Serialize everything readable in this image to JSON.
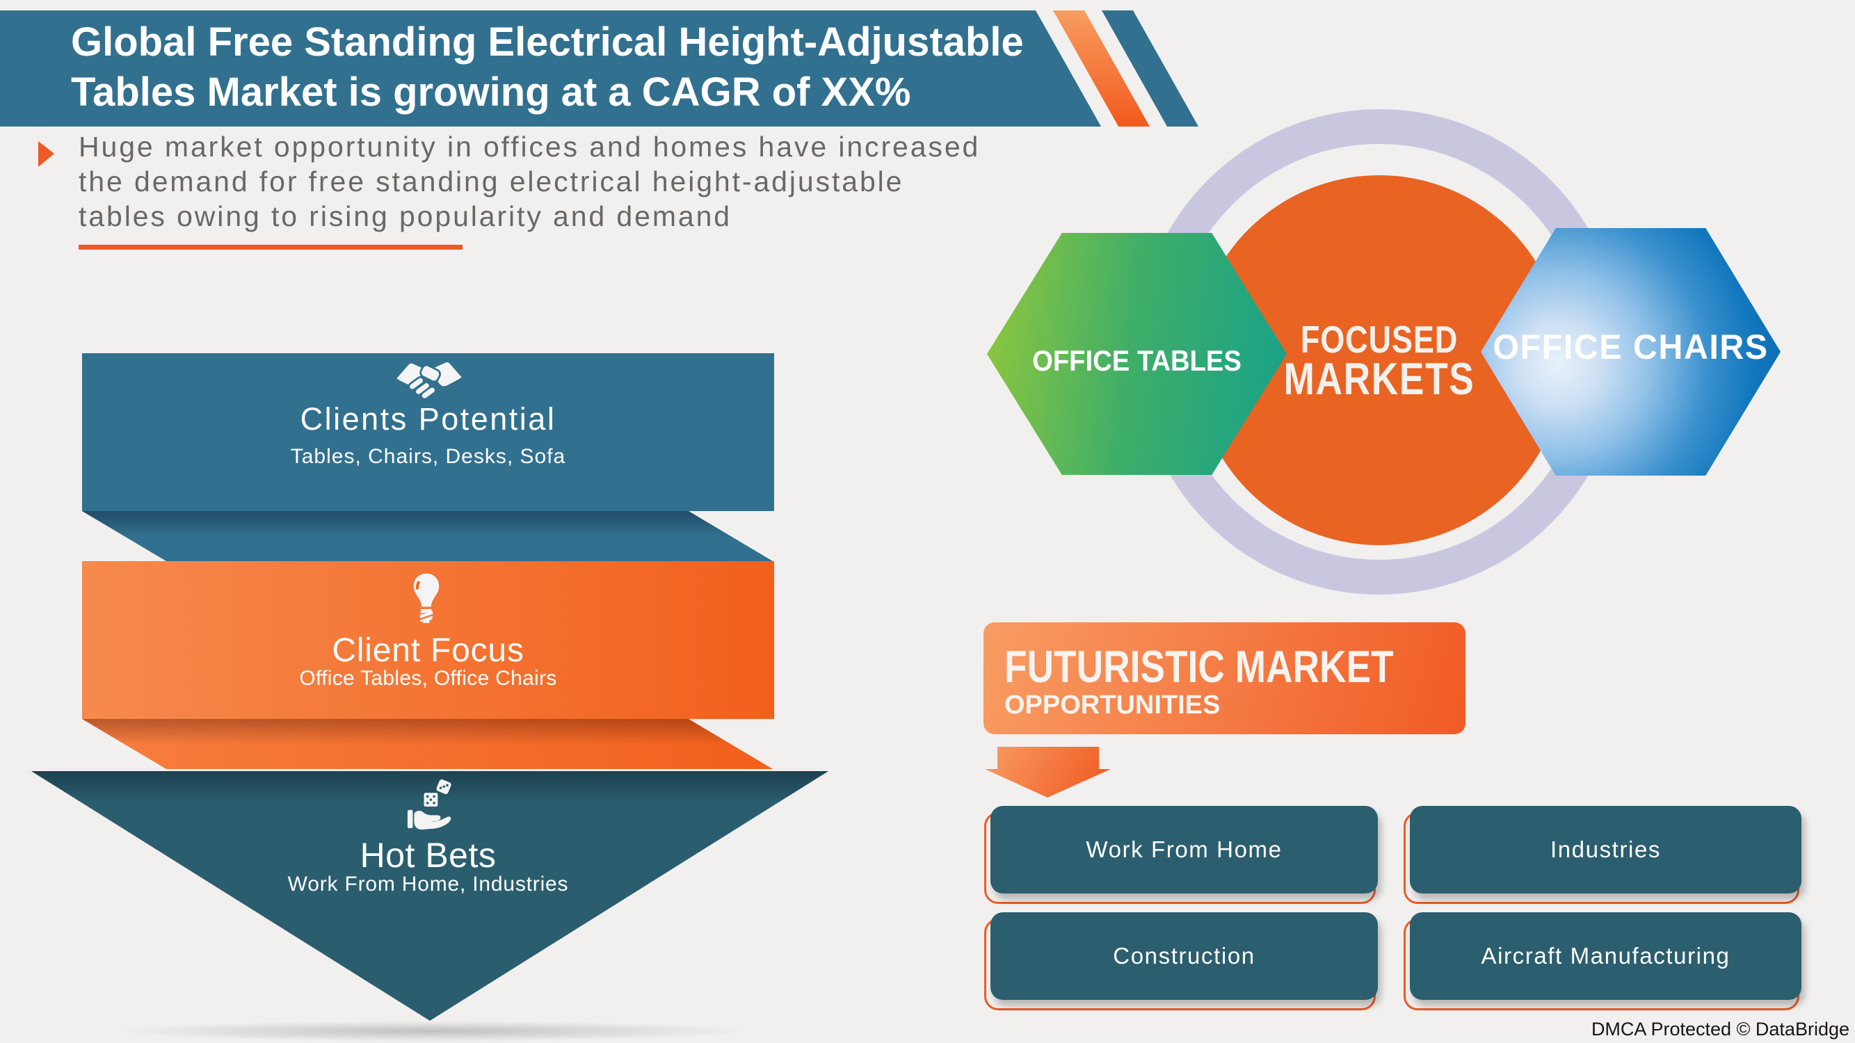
{
  "colors": {
    "bg": "#f1f0ef",
    "blue": "#32708f",
    "orange-deep": "#ed5a24",
    "orange-circle": "#e96323",
    "teal": "#2a5e6f",
    "teal-box": "#2b5e6f",
    "lavender": "#c9c7e0"
  },
  "header": {
    "title_line1": "Global Free Standing Electrical Height-Adjustable",
    "title_line2": "Tables Market is growing at a CAGR of XX%",
    "bullet_line1": "Huge market opportunity in offices and homes have increased",
    "bullet_line2": "the demand for free standing electrical height-adjustable",
    "bullet_line3": "tables owing to rising popularity and demand"
  },
  "funnel": {
    "levels": [
      {
        "title": "Clients Potential",
        "subtitle": "Tables, Chairs, Desks, Sofa",
        "icon": "handshake-icon"
      },
      {
        "title": "Client Focus",
        "subtitle": "Office Tables, Office Chairs",
        "icon": "lightbulb-icon"
      },
      {
        "title": "Hot Bets",
        "subtitle": "Work From Home, Industries",
        "icon": "hand-dice-icon"
      }
    ]
  },
  "focused_markets": {
    "center_line1": "FOCUSED",
    "center_line2": "MARKETS",
    "left_hexagon": "OFFICE TABLES",
    "right_hexagon": "OFFICE CHAIRS"
  },
  "futuristic": {
    "title": "FUTURISTIC MARKET",
    "subtitle": "OPPORTUNITIES",
    "boxes": [
      "Work From Home",
      "Industries",
      "Construction",
      "Aircraft Manufacturing"
    ]
  },
  "footer": {
    "dmca": "DMCA Protected © DataBridge"
  }
}
